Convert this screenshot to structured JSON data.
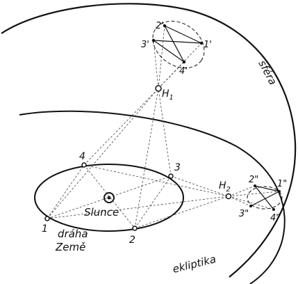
{
  "labels": {
    "sphere": "sféra",
    "ecliptic": "ekliptika",
    "sun": "Slunce",
    "orbit_line1": "dráha",
    "orbit_line2": "Země",
    "h1": "H",
    "h1_sub": "1",
    "h2": "H",
    "h2_sub": "2",
    "p1": "1",
    "p2": "2",
    "p3": "3",
    "p4": "4",
    "p1a": "1'",
    "p2a": "2'",
    "p3a": "3'",
    "p4a": "4'",
    "p1b": "1\"",
    "p2b": "2\"",
    "p3b": "3\"",
    "p4b": "4\""
  },
  "colors": {
    "ink": "#111111",
    "background": "#ffffff"
  }
}
